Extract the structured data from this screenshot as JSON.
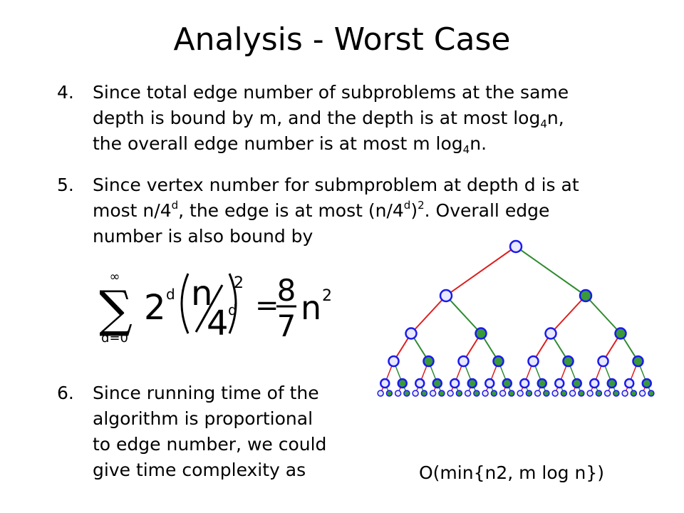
{
  "title": "Analysis - Worst Case",
  "items": [
    {
      "num": "4.",
      "lines": [
        [
          "Since total edge number of subproblems at the same"
        ],
        [
          "depth is bound by m, and the depth is at most log",
          "4",
          "n,"
        ],
        [
          "the overall edge number is at most  m log",
          "4",
          "n."
        ]
      ]
    },
    {
      "num": "5.",
      "lines": [
        [
          "Since vertex number for submproblem at depth d is at"
        ],
        [
          "most n/4",
          "d",
          ", the edge is at most (n/4",
          "d",
          ")",
          "2",
          ". Overall edge"
        ],
        [
          "number is also bound by"
        ]
      ]
    },
    {
      "num": "6.",
      "lines": [
        [
          "Since running time of the"
        ],
        [
          "algorithm is proportional"
        ],
        [
          "to edge number, we could"
        ],
        [
          "give time complexity as"
        ]
      ]
    }
  ],
  "formula": {
    "upper": "∞",
    "lower": "d=0",
    "base": "2",
    "exp": "d",
    "num": "n",
    "den": "4",
    "den_exp": "d",
    "outer_exp": "2",
    "rhs_num": "8",
    "rhs_den": "7",
    "rhs_var": "n",
    "rhs_exp": "2"
  },
  "result": "O(min{n2, m log n})",
  "tree": {
    "levels": 6,
    "left_edge_color": "#dd1e1e",
    "right_edge_color": "#2e8b2e",
    "node_stroke": "#1a1aee",
    "node_fill_left": "#e8e8ff",
    "node_fill_right": "#3a9a3a"
  }
}
